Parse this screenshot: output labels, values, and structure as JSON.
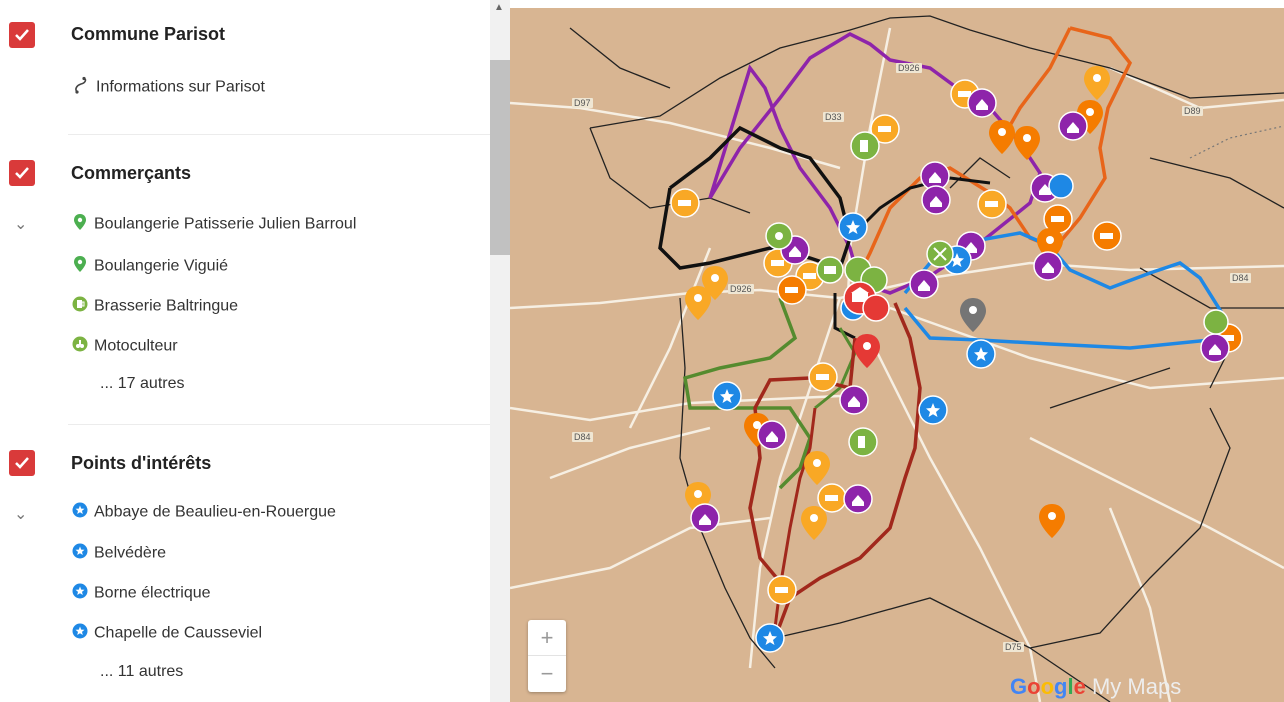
{
  "layers": [
    {
      "title": "Commune Parisot",
      "items": [
        {
          "label": "Informations sur Parisot",
          "icon": "route-icon"
        }
      ],
      "more": ""
    },
    {
      "title": "Commerçants",
      "items": [
        {
          "label": "Boulangerie Patisserie Julien Barroul",
          "icon": "pin-icon",
          "color": "#4caf50"
        },
        {
          "label": "Boulangerie Viguié",
          "icon": "pin-icon",
          "color": "#4caf50"
        },
        {
          "label": "Brasserie Baltringue",
          "icon": "beer-icon",
          "color": "#7cb342"
        },
        {
          "label": "Motoculteur",
          "icon": "tool-icon",
          "color": "#7cb342"
        }
      ],
      "more": "... 17 autres"
    },
    {
      "title": "Points d'intérêts",
      "items": [
        {
          "label": "Abbaye de Beaulieu-en-Rouergue",
          "icon": "star-icon",
          "color": "#1e88e5"
        },
        {
          "label": "Belvédère",
          "icon": "star-icon",
          "color": "#1e88e5"
        },
        {
          "label": "Borne électrique",
          "icon": "star-icon",
          "color": "#1e88e5"
        },
        {
          "label": "Chapelle de Causseviel",
          "icon": "star-icon",
          "color": "#1e88e5"
        }
      ],
      "more": "... 11 autres"
    }
  ],
  "map": {
    "roads": [
      "D97",
      "D926",
      "D33",
      "D89",
      "D926",
      "D84",
      "D84",
      "D75"
    ],
    "zoom_in": "+",
    "zoom_out": "−",
    "brand_google": "Google",
    "brand_mymaps": "My Maps",
    "colors": {
      "purple": "#8e24aa",
      "orange": "#f57c00",
      "black": "#111111",
      "blue": "#1e88e5",
      "green": "#558b2f",
      "darkred": "#a1281c",
      "lightorange": "#f9a825",
      "background": "#d8b592"
    }
  }
}
